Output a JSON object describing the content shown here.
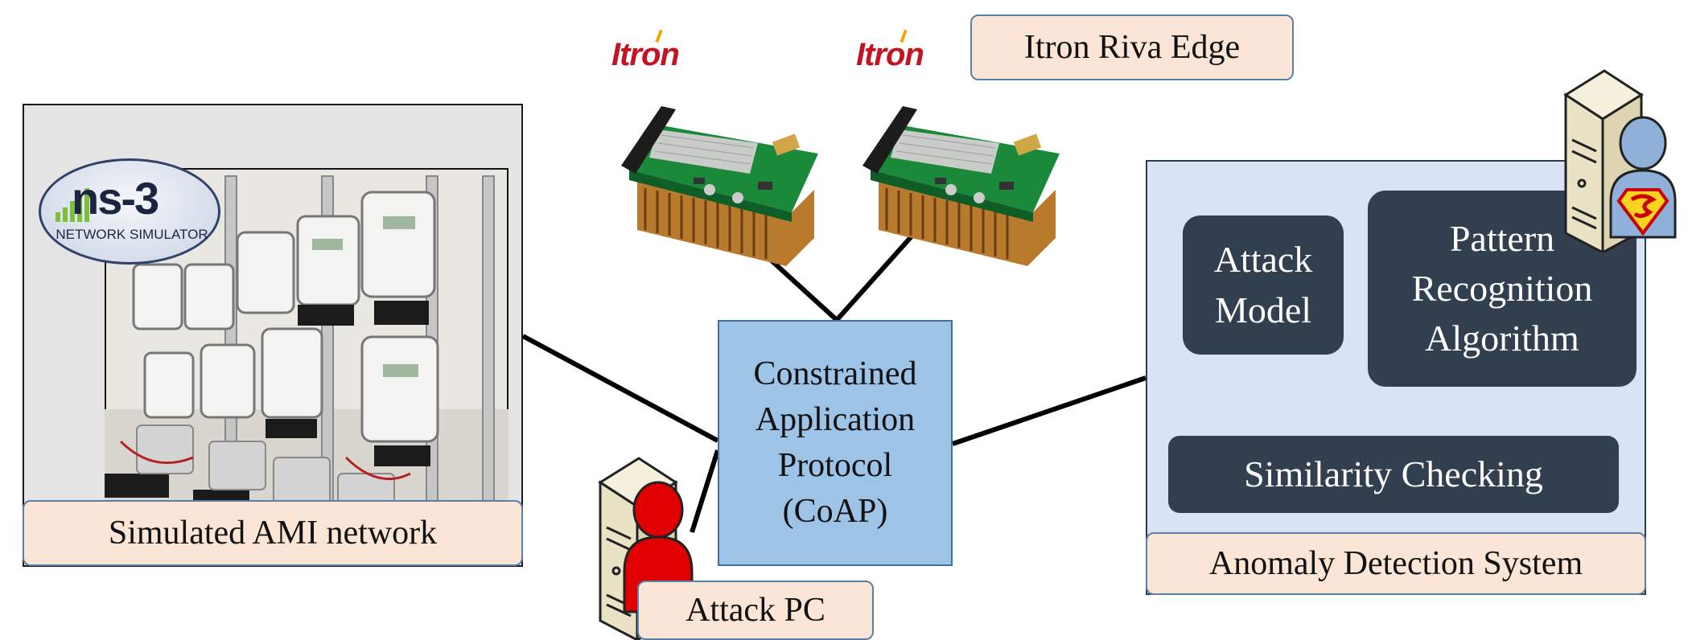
{
  "labels": {
    "itron_riva_edge": "Itron Riva Edge",
    "simulated_ami": "Simulated AMI network",
    "attack_pc": "Attack PC",
    "anomaly_detection": "Anomaly Detection System"
  },
  "coap": {
    "line1": "Constrained",
    "line2": "Application",
    "line3": "Protocol",
    "line4": "(CoAP)"
  },
  "ads": {
    "attack_model": [
      "Attack",
      "Model"
    ],
    "pattern_recognition": [
      "Pattern",
      "Recognition",
      "Algorithm"
    ],
    "similarity": "Similarity Checking"
  },
  "logos": {
    "itron_left": "Itron",
    "itron_right": "Itron",
    "ns3_word": "ns-3",
    "ns3_sub": "NETWORK SIMULATOR"
  },
  "colors": {
    "peach": "#fbe5d6",
    "coap_blue": "#9dc3e6",
    "ads_panel": "#dae3f3",
    "dark_box": "#323f4f",
    "attacker_red": "#e00000",
    "defender_blue": "#8fb0d8",
    "itron_red": "#c41424"
  },
  "icons": [
    "ns3-logo-icon",
    "itron-logo-icon",
    "riva-edge-board-icon",
    "server-icon",
    "attacker-person-icon",
    "defender-person-icon",
    "superman-shield-icon",
    "smart-meter-icon"
  ]
}
